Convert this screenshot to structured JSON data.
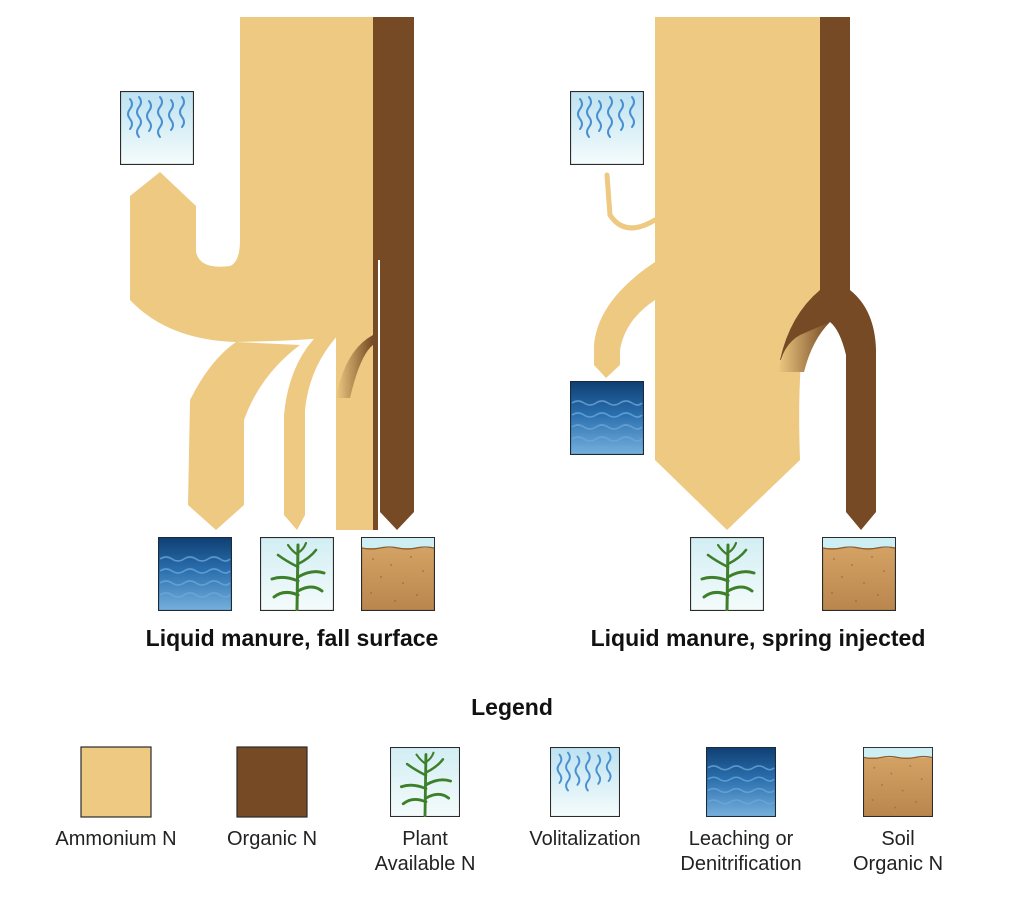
{
  "colors": {
    "ammonium": "#EDC982",
    "organic": "#764A24",
    "water_dark": "#1B5C97",
    "water_light": "#5C9BD1",
    "volatilization_top": "#BFE3F2",
    "volatilization_bottom": "#F3FBFC",
    "soil_top": "#C8EEF3",
    "soil": "#C9955A",
    "plant_bg": "#DDF2F5",
    "plant": "#3F8A2E"
  },
  "panels": [
    {
      "title": "Liquid manure, fall surface",
      "icons": [
        "volatilization-icon",
        "leaching-icon",
        "plant-icon",
        "soil-organic-icon"
      ]
    },
    {
      "title": "Liquid manure, spring injected",
      "icons": [
        "volatilization-icon",
        "leaching-icon",
        "plant-icon",
        "soil-organic-icon"
      ]
    }
  ],
  "legend": {
    "title": "Legend",
    "items": [
      {
        "icon": "ammonium-swatch",
        "lines": [
          "Ammonium N"
        ]
      },
      {
        "icon": "organic-swatch",
        "lines": [
          "Organic N"
        ]
      },
      {
        "icon": "plant-icon",
        "lines": [
          "Plant",
          "Available N"
        ]
      },
      {
        "icon": "volatilization-icon",
        "lines": [
          "Volitalization"
        ]
      },
      {
        "icon": "leaching-icon",
        "lines": [
          "Leaching or",
          "Denitrification"
        ]
      },
      {
        "icon": "soil-organic-icon",
        "lines": [
          "Soil",
          "Organic N"
        ]
      }
    ]
  }
}
